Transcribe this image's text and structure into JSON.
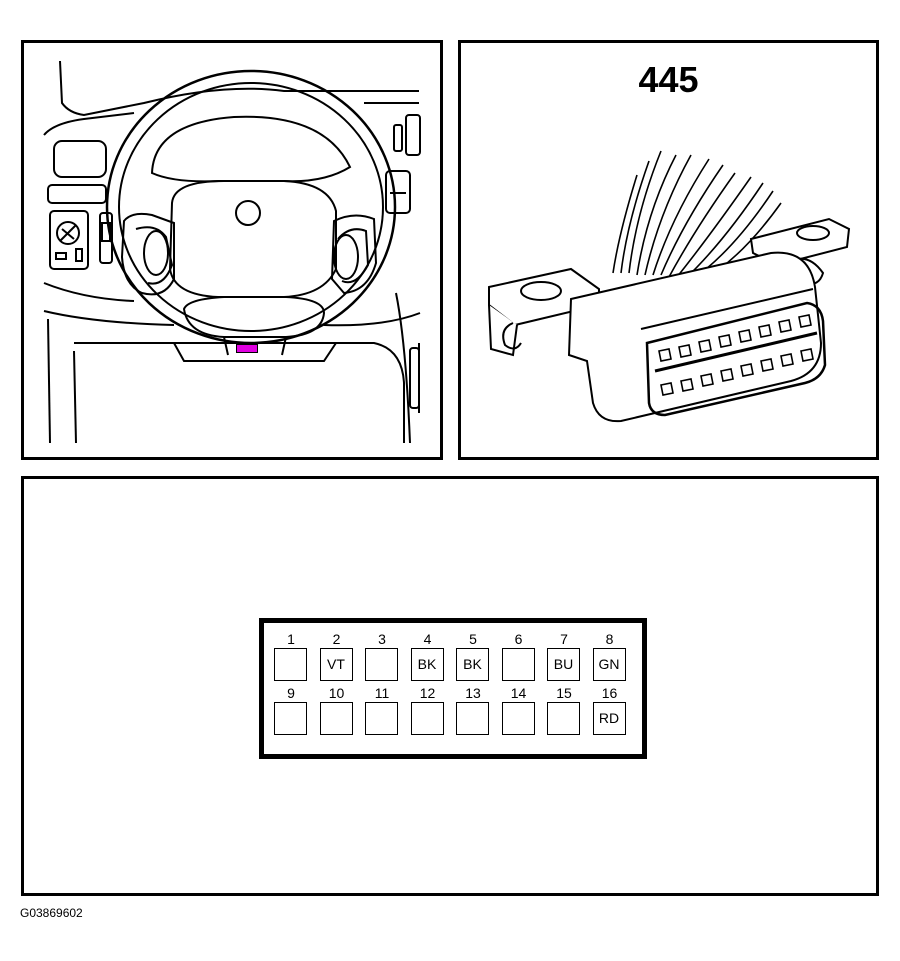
{
  "connector_label": "445",
  "figure_id": "G03869602",
  "marker_color": "#e000e0",
  "pins_top": [
    {
      "number": "1",
      "wire": ""
    },
    {
      "number": "2",
      "wire": "VT"
    },
    {
      "number": "3",
      "wire": ""
    },
    {
      "number": "4",
      "wire": "BK"
    },
    {
      "number": "5",
      "wire": "BK"
    },
    {
      "number": "6",
      "wire": ""
    },
    {
      "number": "7",
      "wire": "BU"
    },
    {
      "number": "8",
      "wire": "GN"
    }
  ],
  "pins_bottom": [
    {
      "number": "9",
      "wire": ""
    },
    {
      "number": "10",
      "wire": ""
    },
    {
      "number": "11",
      "wire": ""
    },
    {
      "number": "12",
      "wire": ""
    },
    {
      "number": "13",
      "wire": ""
    },
    {
      "number": "14",
      "wire": ""
    },
    {
      "number": "15",
      "wire": ""
    },
    {
      "number": "16",
      "wire": "RD"
    }
  ]
}
